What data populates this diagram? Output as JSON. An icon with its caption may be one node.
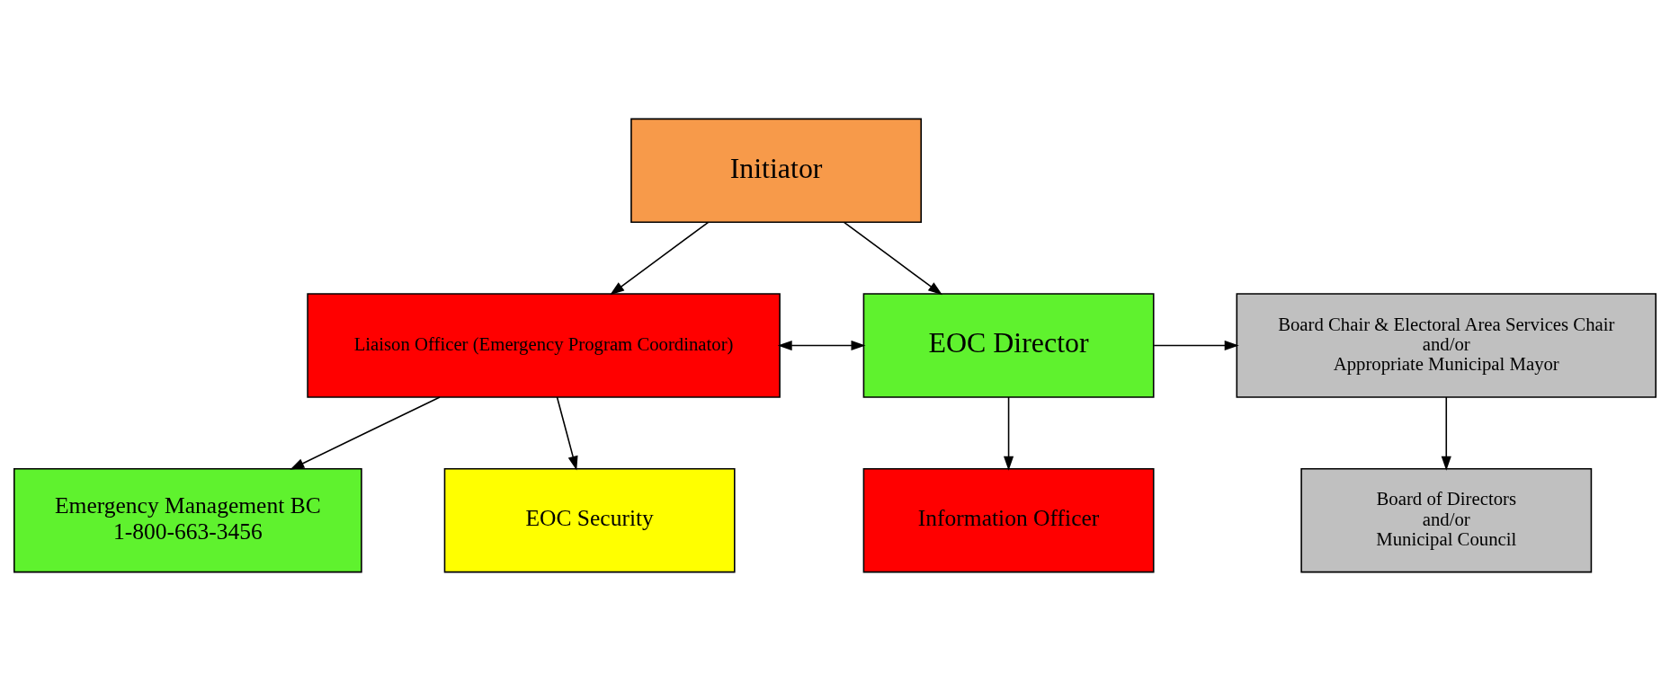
{
  "diagram": {
    "nodes": [
      {
        "text": [
          "Initiator"
        ]
      },
      {
        "text": [
          "Liaison Officer (Emergency Program Coordinator)"
        ]
      },
      {
        "text": [
          "EOC Director"
        ]
      },
      {
        "text": [
          "Board Chair & Electoral Area Services Chair",
          "and/or",
          "Appropriate Municipal Mayor"
        ]
      },
      {
        "text": [
          "Emergency Management BC",
          "1-800-663-3456"
        ]
      },
      {
        "text": [
          "Information Officer"
        ]
      },
      {
        "text": [
          "Board of Directors",
          "and/or",
          "Municipal Council"
        ]
      },
      {
        "text": [
          "EOC Security"
        ]
      }
    ],
    "edges": [
      {
        "from": 0,
        "to": 1,
        "arrow": "to"
      },
      {
        "from": 0,
        "to": 2,
        "arrow": "to"
      },
      {
        "from": 1,
        "to": 2,
        "arrow": "both"
      },
      {
        "from": 2,
        "to": 3,
        "arrow": "to"
      },
      {
        "from": 2,
        "to": 5,
        "arrow": "to"
      },
      {
        "from": 3,
        "to": 6,
        "arrow": "to"
      },
      {
        "from": 1,
        "to": 4,
        "arrow": "to"
      },
      {
        "from": 1,
        "to": 7,
        "arrow": "to"
      }
    ]
  }
}
